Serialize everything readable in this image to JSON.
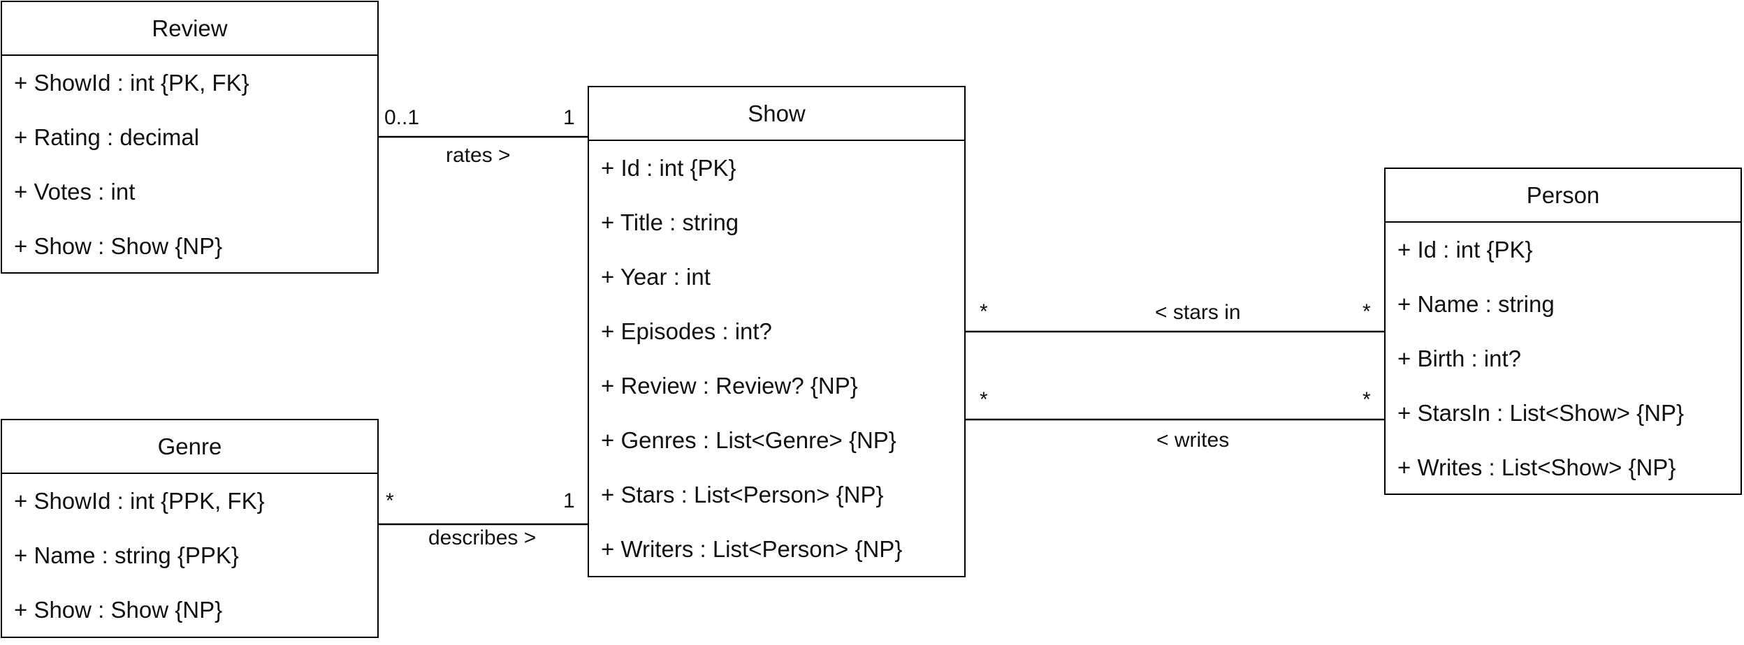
{
  "classes": {
    "review": {
      "name": "Review",
      "attributes": [
        "+ ShowId : int {PK, FK}",
        "+ Rating : decimal",
        "+ Votes : int",
        "+ Show : Show {NP}"
      ]
    },
    "show": {
      "name": "Show",
      "attributes": [
        "+ Id : int {PK}",
        "+ Title : string",
        "+ Year : int",
        "+ Episodes : int?",
        "+ Review : Review? {NP}",
        "+ Genres : List<Genre> {NP}",
        "+ Stars : List<Person> {NP}",
        "+ Writers : List<Person> {NP}"
      ]
    },
    "person": {
      "name": "Person",
      "attributes": [
        "+ Id : int {PK}",
        "+ Name : string",
        "+ Birth : int?",
        "+ StarsIn : List<Show> {NP}",
        "+ Writes : List<Show> {NP}"
      ]
    },
    "genre": {
      "name": "Genre",
      "attributes": [
        "+ ShowId : int {PPK, FK}",
        "+ Name : string {PPK}",
        "+ Show : Show {NP}"
      ]
    }
  },
  "associations": {
    "rates": {
      "label": "rates >",
      "left": "0..1",
      "right": "1"
    },
    "describes": {
      "label": "describes >",
      "left": "*",
      "right": "1"
    },
    "stars_in": {
      "label": "< stars in",
      "left": "*",
      "right": "*"
    },
    "writes": {
      "label": "< writes",
      "left": "*",
      "right": "*"
    }
  }
}
